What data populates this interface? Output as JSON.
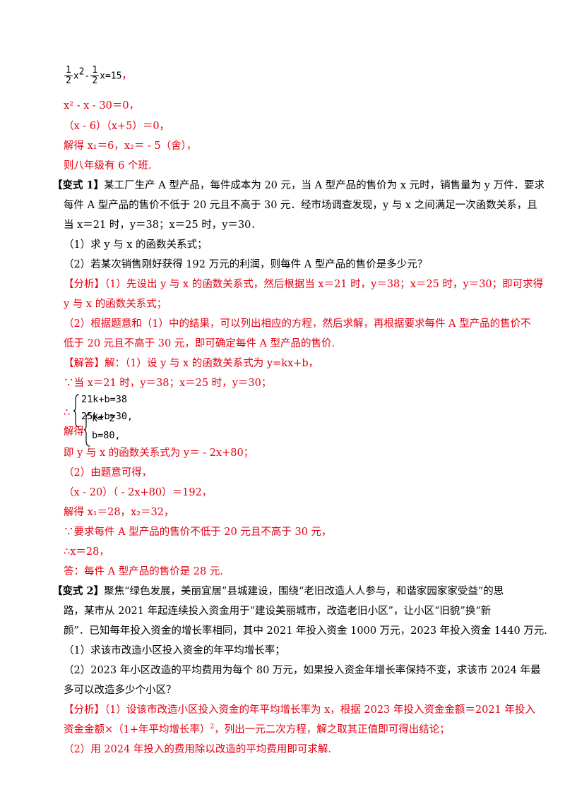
{
  "top": {
    "frac_num": "1",
    "frac_den": "2",
    "eq_mid": "x",
    "sup2": "2",
    "eq_minus": "-",
    "eq_end": "x=15",
    "comma": "，",
    "l2": "x² - x - 30＝0，",
    "l3": "（x - 6）（x+5）＝0，",
    "l4": "解得 x₁＝6，x₂＝ - 5（舍），",
    "l5": "则八年级有 6 个班."
  },
  "v1": {
    "label": "【变式 1】",
    "q1": "某工厂生产 A 型产品，每件成本为 20 元，当 A 型产品的售价为 x 元时，销售量为 y 万件．要求",
    "q2": "每件 A 型产品的售价不低于 20 元且不高于 30 元．经市场调查发现，y 与 x 之间满足一次函数关系，且",
    "q3": "当 x＝21 时，y＝38；x＝25 时，y＝30．",
    "q4": "（1）求 y 与 x 的函数关系式；",
    "q5": "（2）若某次销售刚好获得 192 万元的利润，则每件 A 型产品的售价是多少元？",
    "a1": "【分析】（1）先设出 y 与 x 的函数关系式，然后根据当 x＝21 时，y＝38；x＝25 时，y＝30；即可求得",
    "a2": "y 与 x 的函数关系式；",
    "a3": "（2）根据题意和（1）中的结果，可以列出相应的方程，然后求解，再根据要求每件 A 型产品的售价不",
    "a4": "低于 20 元且不高于 30 元，即可确定每件 A 型产品的售价.",
    "s1": "【解答】解：（1）设 y 与 x 的函数关系式为 y=kx+b，",
    "s2": "∵当 x＝21 时，y＝38；x＝25 时，y＝30；",
    "sys1_a": "21k+b=38",
    "sys1_b": "25k+b=30,",
    "therefore": "∴",
    "jiede": "解得",
    "sys2_a": "k=-2",
    "sys2_b": "b=80,",
    "s3": "即 y 与 x 的函数关系式为 y＝ - 2x+80；",
    "s4": "（2）由题意可得，",
    "s5": "（x - 20）（ - 2x+80）＝192，",
    "s6": "解得 x₁＝28，x₂＝32，",
    "s7": "∵要求每件 A 型产品的售价不低于 20 元且不高于 30 元，",
    "s8": "∴x＝28，",
    "s9": "答：每件 A 型产品的售价是 28 元."
  },
  "v2": {
    "label": "【变式 2】",
    "q1": "聚焦“绿色发展，美丽宜居”县城建设，围绕“老旧改造人人参与，和谐家园家家受益”的思",
    "q2": "路，某市从 2021 年起连续投入资金用于“建设美丽城市，改造老旧小区”，让小区“旧貌”换“新",
    "q3": "颜”．已知每年投入资金的增长率相同，其中 2021 年投入资金 1000 万元，2023 年投入资金 1440 万元.",
    "q4": "（1）求该市改造小区投入资金的年平均增长率；",
    "q5": "（2）2023 年小区改造的平均费用为每个 80 万元，如果投入资金年增长率保持不变，求该市 2024 年最",
    "q6": "多可以改造多少个小区？",
    "a1": "【分析】（1）设该市改造小区投入资金的年平均增长率为 x，根据 2023 年投入资金金额＝2021 年投入",
    "a2_pre": "资金金额×（1+年平均增长率）",
    "a2_sup": "2",
    "a2_post": "，列出一元二次方程，解之取其正值即可得出结论；",
    "a3": "（2）用 2024 年投入的费用除以改造的平均费用即可求解."
  }
}
